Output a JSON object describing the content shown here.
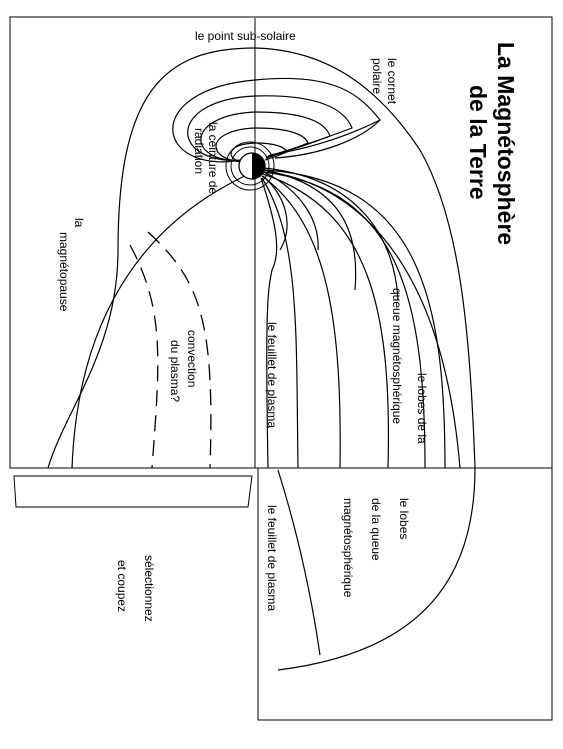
{
  "title": {
    "line1": "La Magnétosphère",
    "line2": "de la Terre"
  },
  "labels": {
    "subsolar_point": "le point sub-solaire",
    "polar_cusp_1": "le cornet",
    "polar_cusp_2": "polaire",
    "radiation_belt_1": "la ceinture de",
    "radiation_belt_2": "radiation",
    "magnetopause_1": "la",
    "magnetopause_2": "magnétopause",
    "convection_1": "convection",
    "convection_2": "du plasma?",
    "plasma_sheet_top": "le feuillet de plasma",
    "tail_lobes_top_1": "le lobes de la",
    "tail_lobes_top_2": "queue magnétosphérique",
    "tail_lobes_bottom_1": "le lobes",
    "tail_lobes_bottom_2": "de la queue",
    "tail_lobes_bottom_3": "magnétosphérique",
    "plasma_sheet_bottom": "le feuillet de plasma",
    "instructions_1": "sélectionnez",
    "instructions_2": "et coupez"
  }
}
